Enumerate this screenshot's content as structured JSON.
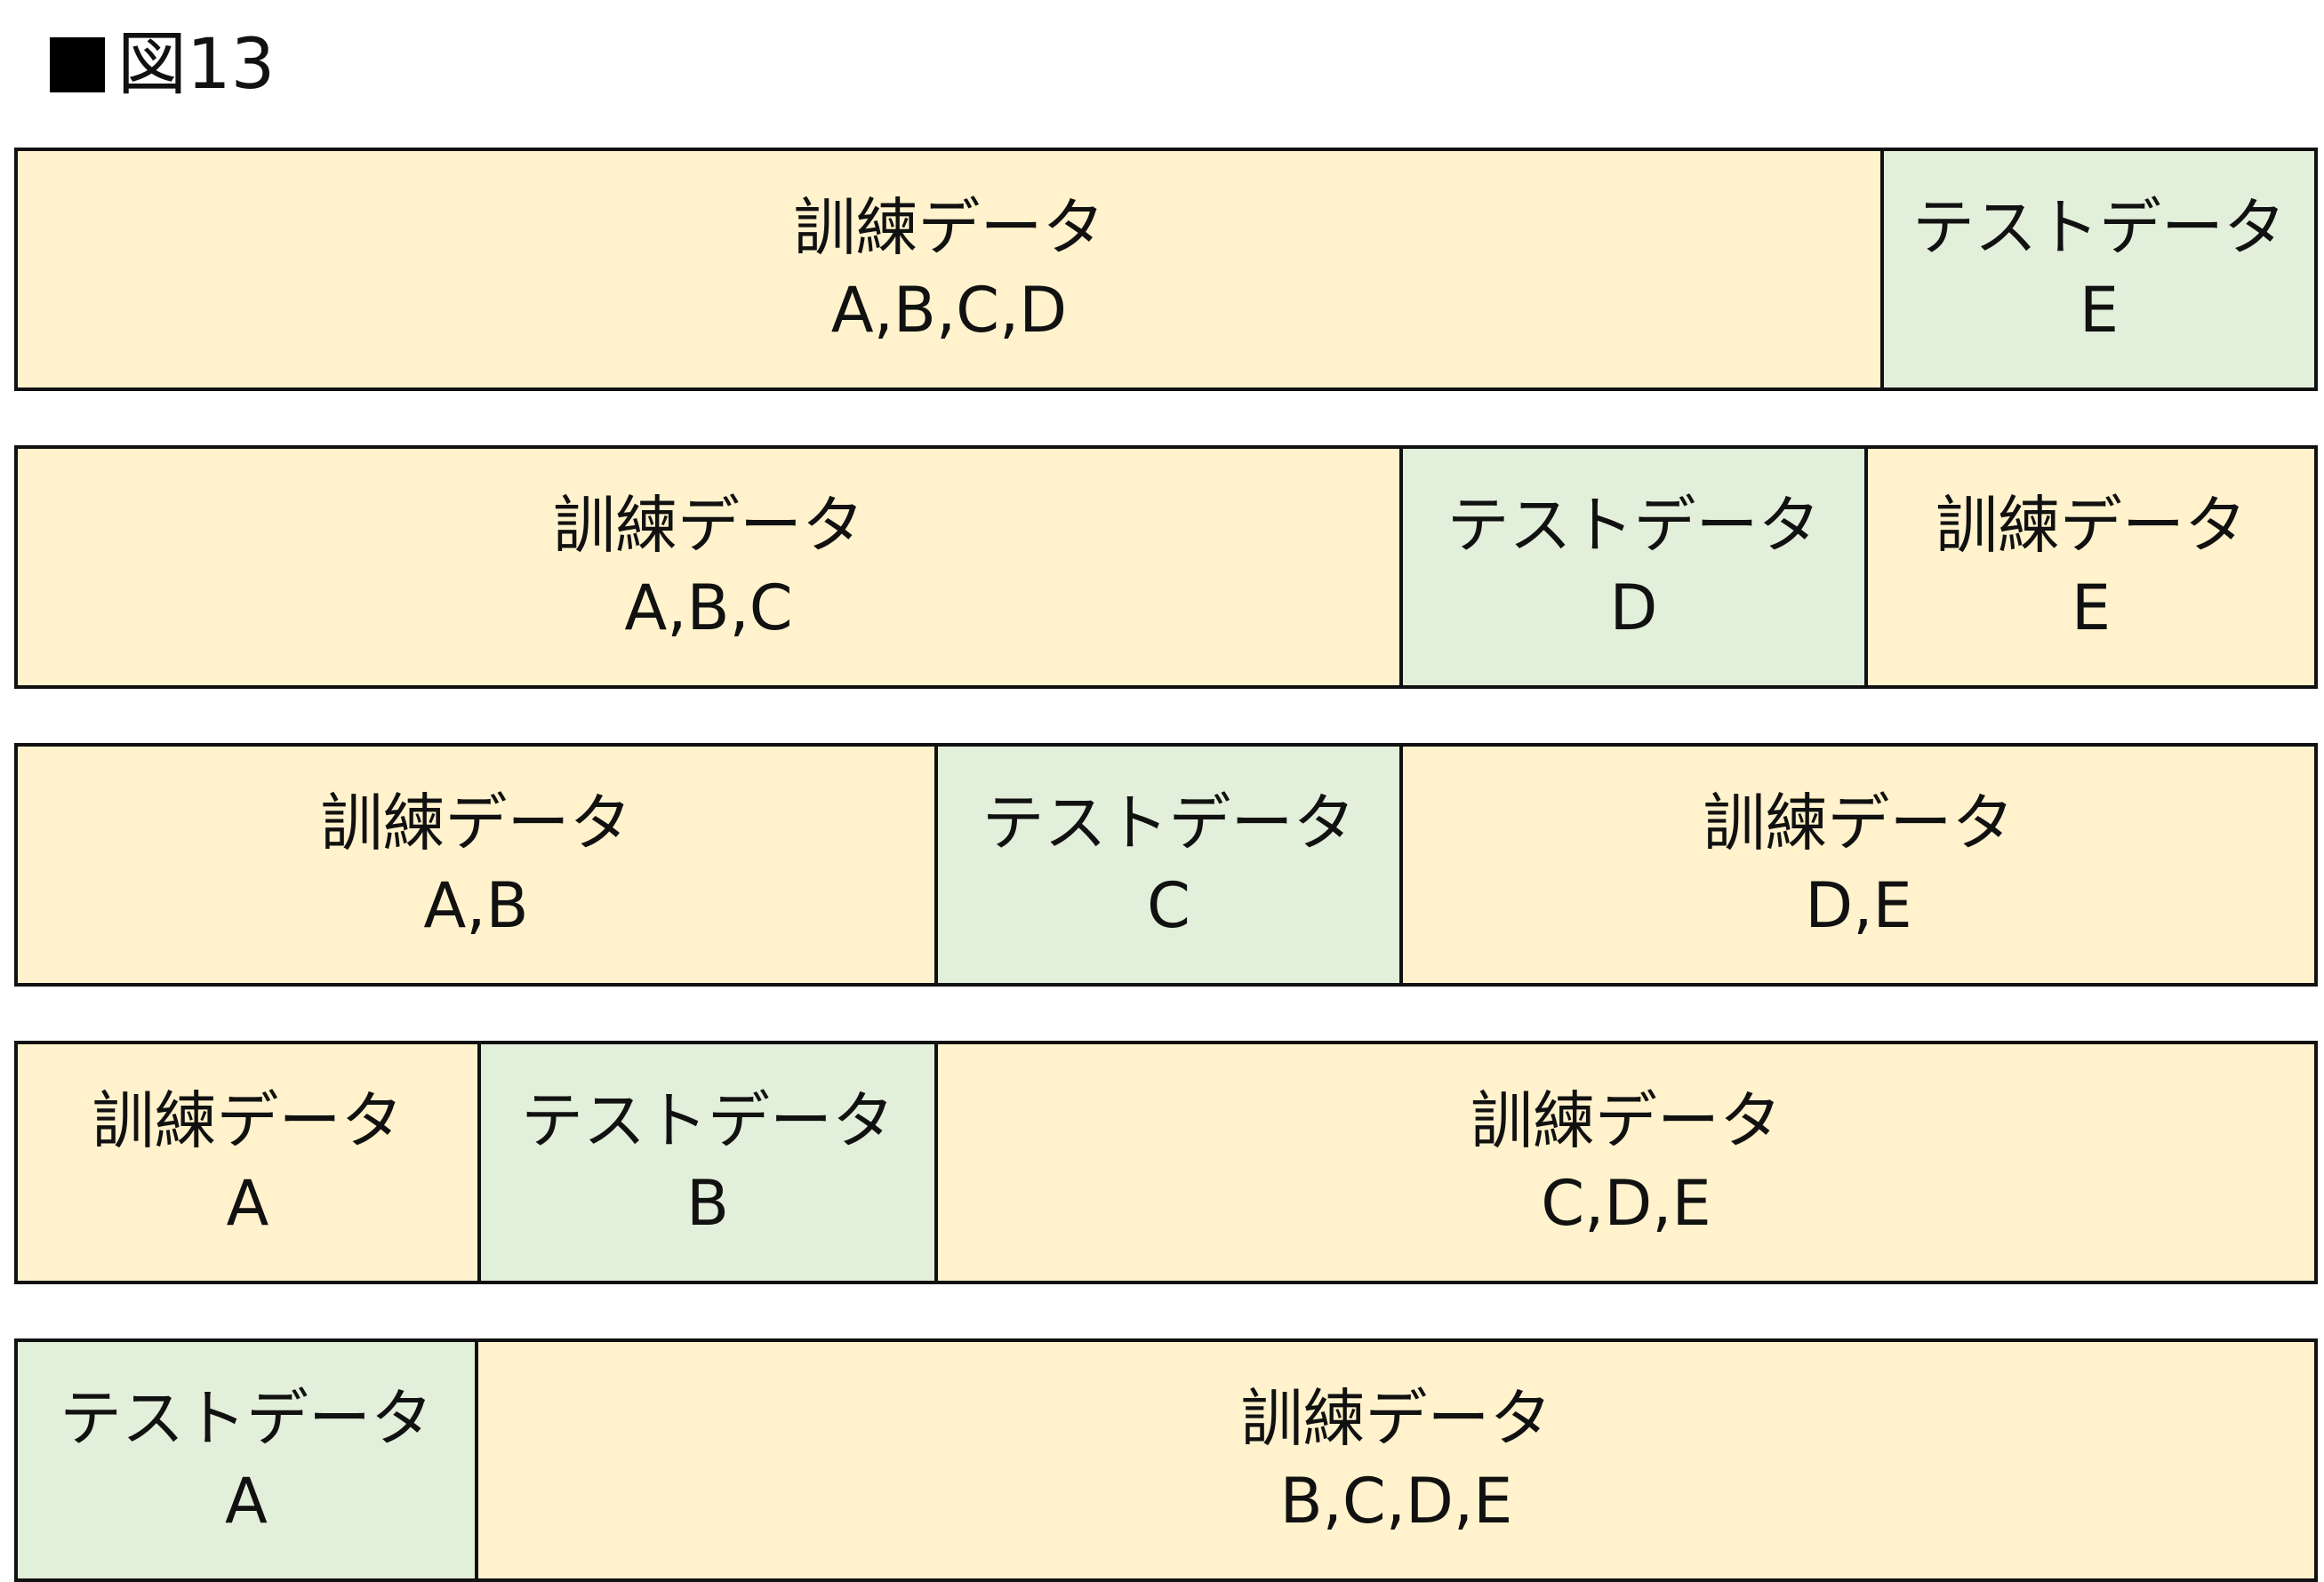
{
  "figure": {
    "title": "図13"
  },
  "colors": {
    "train": "#fff2cc",
    "test": "#e2efda",
    "border": "#111111"
  },
  "rows": [
    {
      "cells": [
        {
          "kind": "train",
          "label": "訓練データ",
          "folds": "A,B,C,D"
        },
        {
          "kind": "test",
          "label": "テストデータ",
          "folds": "E"
        }
      ]
    },
    {
      "cells": [
        {
          "kind": "train",
          "label": "訓練データ",
          "folds": "A,B,C"
        },
        {
          "kind": "test",
          "label": "テストデータ",
          "folds": "D"
        },
        {
          "kind": "train",
          "label": "訓練データ",
          "folds": "E"
        }
      ]
    },
    {
      "cells": [
        {
          "kind": "train",
          "label": "訓練データ",
          "folds": "A,B"
        },
        {
          "kind": "test",
          "label": "テストデータ",
          "folds": "C"
        },
        {
          "kind": "train",
          "label": "訓練データ",
          "folds": "D,E"
        }
      ]
    },
    {
      "cells": [
        {
          "kind": "train",
          "label": "訓練データ",
          "folds": "A"
        },
        {
          "kind": "test",
          "label": "テストデータ",
          "folds": "B"
        },
        {
          "kind": "train",
          "label": "訓練データ",
          "folds": "C,D,E"
        }
      ]
    },
    {
      "cells": [
        {
          "kind": "test",
          "label": "テストデータ",
          "folds": "A"
        },
        {
          "kind": "train",
          "label": "訓練データ",
          "folds": "B,C,D,E"
        }
      ]
    }
  ]
}
